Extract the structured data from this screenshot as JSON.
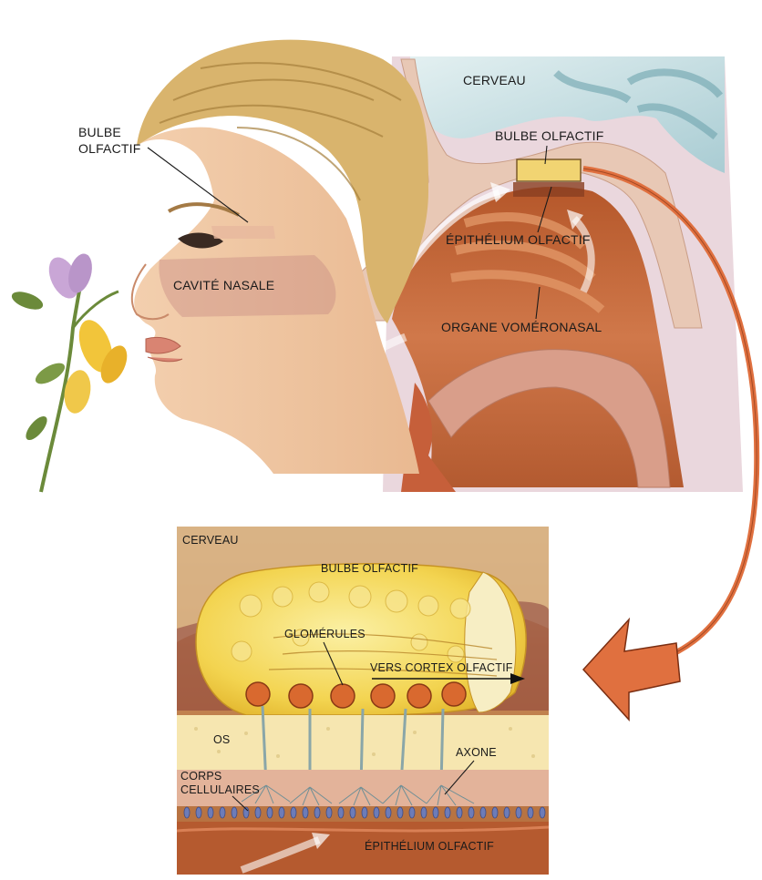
{
  "top_figure": {
    "labels": {
      "bulbe_olfactif_left_line1": "BULBE",
      "bulbe_olfactif_left_line2": "OLFACTIF",
      "cavite_nasale": "CAVITÉ NASALE",
      "cerveau": "CERVEAU",
      "bulbe_olfactif": "BULBE OLFACTIF",
      "epithelium_olfactif": "ÉPITHÉLIUM OLFACTIF",
      "organe_vomeronasal": "ORGANE VOMÉRONASAL"
    }
  },
  "detail_figure": {
    "labels": {
      "cerveau": "CERVEAU",
      "bulbe_olfactif": "BULBE OLFACTIF",
      "glomerules": "GLOMÉRULES",
      "vers_cortex": "VERS CORTEX OLFACTIF",
      "os": "OS",
      "axone": "AXONE",
      "corps_line1": "CORPS",
      "corps_line2": "CELLULAIRES",
      "epithelium_olfactif": "ÉPITHÉLIUM OLFACTIF"
    }
  },
  "colors": {
    "zoom_arrow": "#e0703f",
    "skin": "#f1c9a6",
    "hair": "#d9b46d",
    "nasal_cavity": "#c86a3a",
    "brain": "#cfe3e6",
    "bulb": "#f3d95c",
    "bone": "#f6e6b0"
  }
}
